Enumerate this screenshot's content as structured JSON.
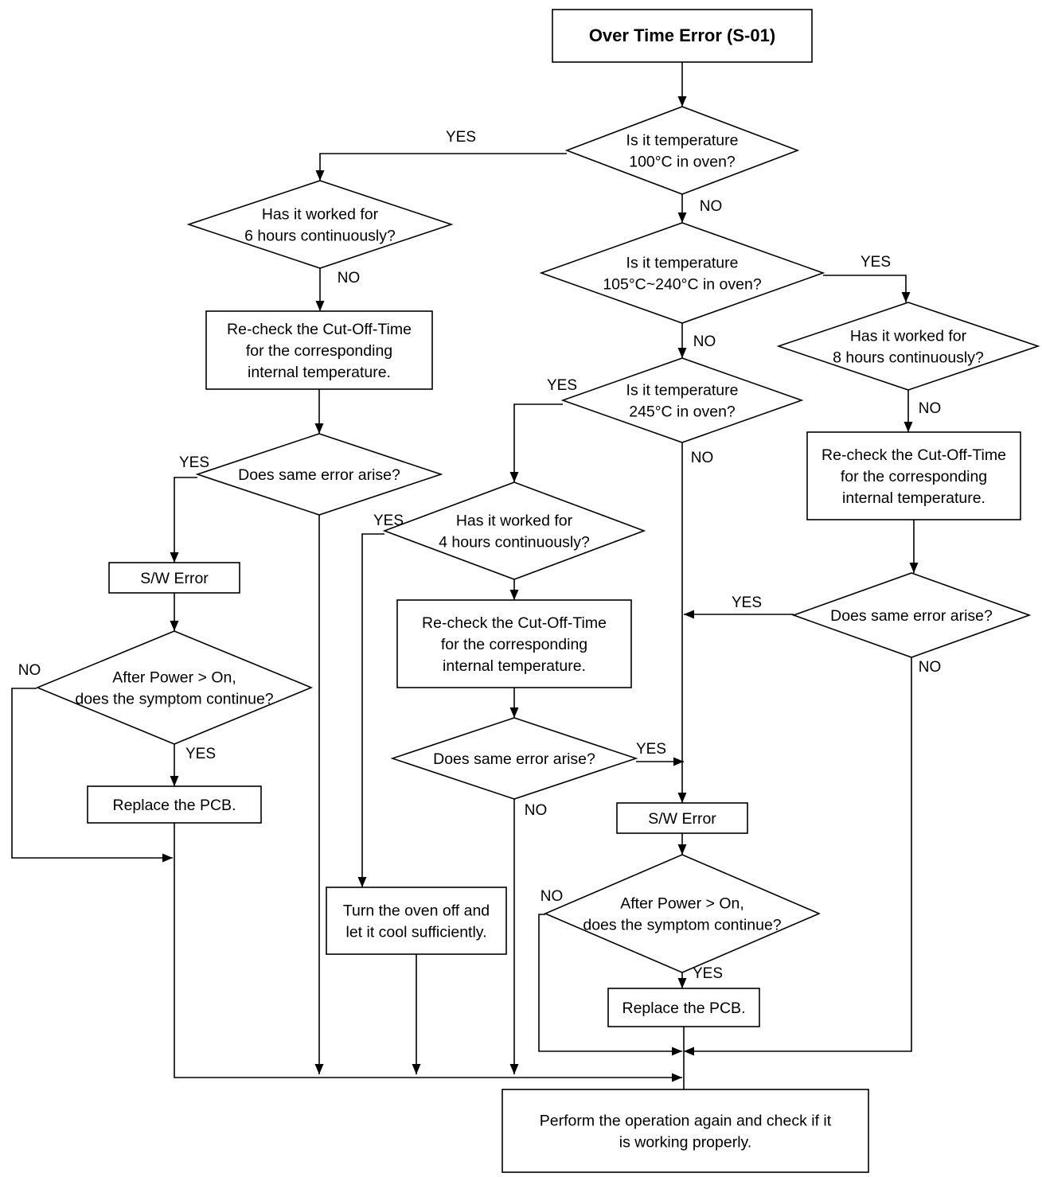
{
  "nodes": {
    "start": {
      "text": "Over Time Error (S-01)"
    },
    "q100": {
      "text": "Is it temperature\n100°C in oven?"
    },
    "q6h": {
      "text": "Has it worked for\n6 hours continuously?"
    },
    "q105": {
      "text": "Is it temperature\n105°C~240°C in oven?"
    },
    "q8h": {
      "text": "Has it worked for\n8 hours continuously?"
    },
    "recheckL": {
      "text": "Re-check the Cut-Off-Time\nfor the corresponding\ninternal temperature."
    },
    "q245": {
      "text": "Is it temperature\n245°C in oven?"
    },
    "recheckR": {
      "text": "Re-check the Cut-Off-Time\nfor the corresponding\ninternal temperature."
    },
    "sameL": {
      "text": "Does same error arise?"
    },
    "q4h": {
      "text": "Has it worked for\n4 hours continuously?"
    },
    "swL": {
      "text": "S/W Error"
    },
    "sameR": {
      "text": "Does same error arise?"
    },
    "recheckM": {
      "text": "Re-check the Cut-Off-Time\nfor the corresponding\ninternal temperature."
    },
    "powerL": {
      "text": "After Power > On,\ndoes the symptom continue?"
    },
    "sameM": {
      "text": "Does same error arise?"
    },
    "pcbL": {
      "text": "Replace the PCB."
    },
    "swR": {
      "text": "S/W Error"
    },
    "turnoff": {
      "text": "Turn the oven off and\nlet it cool sufficiently."
    },
    "powerR": {
      "text": "After Power > On,\ndoes the symptom continue?"
    },
    "pcbR": {
      "text": "Replace the PCB."
    },
    "final": {
      "text": "Perform the operation again and check if it\nis working properly."
    }
  },
  "edge_labels": {
    "q100_yes": "YES",
    "q100_no": "NO",
    "q6h_no": "NO",
    "q105_yes": "YES",
    "q105_no": "NO",
    "q8h_no": "NO",
    "q245_yes": "YES",
    "q245_no": "NO",
    "sameL_yes": "YES",
    "q4h_yes": "YES",
    "sameR_yes": "YES",
    "sameR_no": "NO",
    "powerL_no": "NO",
    "powerL_yes": "YES",
    "sameM_yes": "YES",
    "sameM_no": "NO",
    "powerR_no": "NO",
    "powerR_yes": "YES"
  }
}
